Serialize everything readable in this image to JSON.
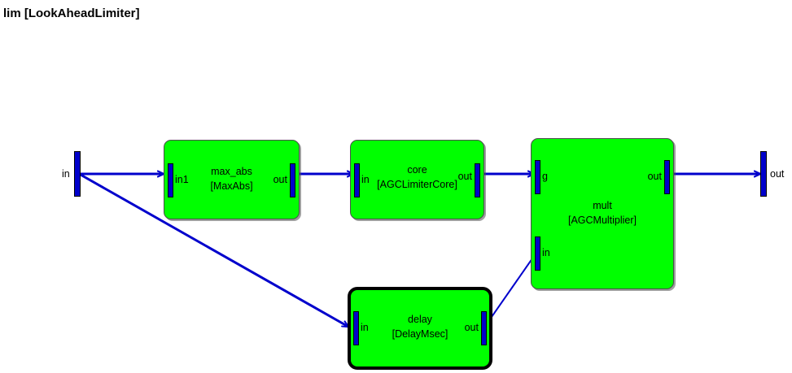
{
  "diagram": {
    "title": "lim [LookAheadLimiter]",
    "background": "#ffffff",
    "block_fill": "#00ff00",
    "wire_color": "#0000cc",
    "port_color": "#0000cc",
    "border_color": "#4d4d4d",
    "selected_border_color": "#000000"
  },
  "io_ports": [
    {
      "name": "in",
      "label": "in",
      "side": "left"
    },
    {
      "name": "out",
      "label": "out",
      "side": "right"
    }
  ],
  "blocks": [
    {
      "id": "max_abs",
      "name": "max_abs",
      "type": "[MaxAbs]",
      "selected": false,
      "ports": [
        {
          "name": "in1",
          "label": "in1",
          "dir": "input"
        },
        {
          "name": "out",
          "label": "out",
          "dir": "output"
        }
      ]
    },
    {
      "id": "core",
      "name": "core",
      "type": "[AGCLimiterCore]",
      "selected": false,
      "ports": [
        {
          "name": "in",
          "label": "in",
          "dir": "input"
        },
        {
          "name": "out",
          "label": "out",
          "dir": "output"
        }
      ]
    },
    {
      "id": "mult",
      "name": "mult",
      "type": "[AGCMultiplier]",
      "selected": false,
      "ports": [
        {
          "name": "g",
          "label": "g",
          "dir": "input"
        },
        {
          "name": "in",
          "label": "in",
          "dir": "input"
        },
        {
          "name": "out",
          "label": "out",
          "dir": "output"
        }
      ]
    },
    {
      "id": "delay",
      "name": "delay",
      "type": "[DelayMsec]",
      "selected": true,
      "ports": [
        {
          "name": "in",
          "label": "in",
          "dir": "input"
        },
        {
          "name": "out",
          "label": "out",
          "dir": "output"
        }
      ]
    }
  ],
  "connections": [
    {
      "from": "in",
      "to": "max_abs.in1"
    },
    {
      "from": "in",
      "to": "delay.in"
    },
    {
      "from": "max_abs.out",
      "to": "core.in"
    },
    {
      "from": "core.out",
      "to": "mult.g"
    },
    {
      "from": "delay.out",
      "to": "mult.in"
    },
    {
      "from": "mult.out",
      "to": "out"
    }
  ]
}
